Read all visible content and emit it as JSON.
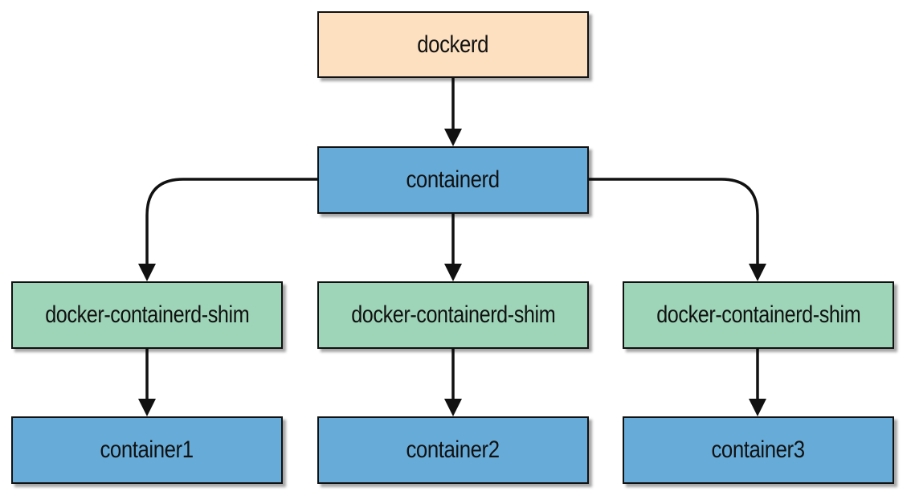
{
  "colors": {
    "daemon": "#fde0c0",
    "runtime": "#67acd9",
    "shim": "#9ed5b8",
    "container": "#67acd9",
    "line": "#111111"
  },
  "nodes": {
    "dockerd": "dockerd",
    "containerd": "containerd",
    "shim1": "docker-containerd-shim",
    "shim2": "docker-containerd-shim",
    "shim3": "docker-containerd-shim",
    "container1": "container1",
    "container2": "container2",
    "container3": "container3"
  },
  "edges": [
    {
      "from": "dockerd",
      "to": "containerd"
    },
    {
      "from": "containerd",
      "to": "shim1"
    },
    {
      "from": "containerd",
      "to": "shim2"
    },
    {
      "from": "containerd",
      "to": "shim3"
    },
    {
      "from": "shim1",
      "to": "container1"
    },
    {
      "from": "shim2",
      "to": "container2"
    },
    {
      "from": "shim3",
      "to": "container3"
    }
  ]
}
